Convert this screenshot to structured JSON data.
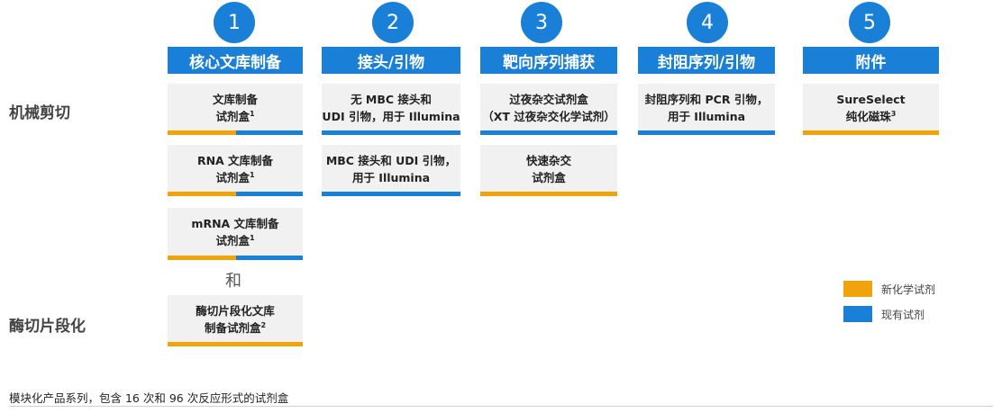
{
  "columns": [
    {
      "number": "1",
      "header": "核心文库制备"
    },
    {
      "number": "2",
      "header": "接头/引物"
    },
    {
      "number": "3",
      "header": "靶向序列捕获"
    },
    {
      "number": "4",
      "header": "封阻序列/引物"
    },
    {
      "number": "5",
      "header": "附件"
    }
  ],
  "row_labels": {
    "mechanical": "机械剪切",
    "enzymatic": "酶切片段化"
  },
  "and_text": "和",
  "cards": {
    "c1a": {
      "line1": "文库制备",
      "line2": "试剂盒",
      "sup": "1"
    },
    "c1b": {
      "line1": "RNA 文库制备",
      "line2": "试剂盒",
      "sup": "1"
    },
    "c1c": {
      "line1": "mRNA 文库制备",
      "line2": "试剂盒",
      "sup": "1"
    },
    "c1d": {
      "line1": "酶切片段化文库",
      "line2": "制备试剂盒",
      "sup": "2"
    },
    "c2a": {
      "line1": "无 MBC 接头和",
      "line2": "UDI 引物，用于 Illumina"
    },
    "c2b": {
      "line1": "MBC 接头和 UDI 引物，",
      "line2": "用于 Illumina"
    },
    "c3a": {
      "line1": "过夜杂交试剂盒",
      "line2": "（XT 过夜杂交化学试剂）"
    },
    "c3b": {
      "line1": "快速杂交",
      "line2": "试剂盒"
    },
    "c4a": {
      "line1": "封阻序列和 PCR 引物，",
      "line2": "用于 Illumina"
    },
    "c5a": {
      "line1": "SureSelect",
      "line2": "纯化磁珠",
      "sup": "3"
    }
  },
  "legend": [
    {
      "label": "新化学试剂",
      "color": "#f0a30a"
    },
    {
      "label": "现有试剂",
      "color": "#1a7fd6"
    }
  ],
  "footnote": "模块化产品系列，包含 16 次和 96 次反应形式的试剂盒"
}
